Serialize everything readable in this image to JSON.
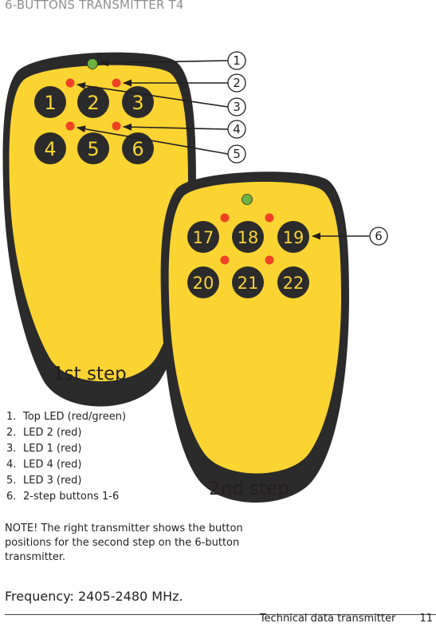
{
  "title": "6-BUTTONS TRANSMITTER T4",
  "transmitter_1": {
    "buttons": [
      "1",
      "2",
      "3",
      "4",
      "5",
      "6"
    ],
    "step_label": "1st step"
  },
  "transmitter_2": {
    "buttons": [
      "17",
      "18",
      "19",
      "20",
      "21",
      "22"
    ],
    "step_label": "2nd step"
  },
  "callouts": [
    "1",
    "2",
    "3",
    "4",
    "5",
    "6"
  ],
  "legend": [
    {
      "num": "1.",
      "text": "Top LED (red/green)"
    },
    {
      "num": "2.",
      "text": "LED 2 (red)"
    },
    {
      "num": "3.",
      "text": "LED 1 (red)"
    },
    {
      "num": "4.",
      "text": "LED 4 (red)"
    },
    {
      "num": "5.",
      "text": "LED 3 (red)"
    },
    {
      "num": "6.",
      "text": "2-step buttons 1-6"
    }
  ],
  "note": "NOTE! The right transmitter shows the button positions for the second step on the 6-button transmitter.",
  "frequency": "Frequency: 2405-2480 MHz.",
  "footer": {
    "label": "Technical data transmitter",
    "page": "11"
  },
  "colors": {
    "body_yellow": "#fcd431",
    "shell": "#2b2b2b",
    "led_red": "#ef4123",
    "led_green": "#6cb33f",
    "title_gray": "#8f8f8f"
  }
}
